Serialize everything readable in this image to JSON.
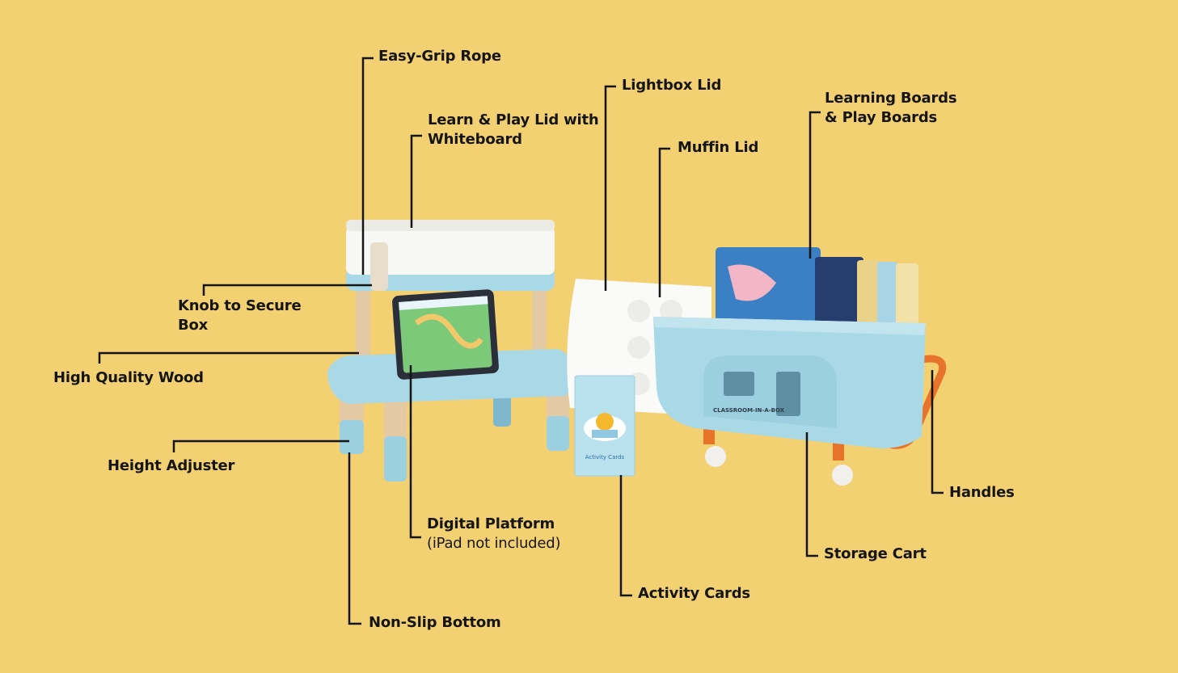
{
  "title": "Classroom-in-a-Box product features",
  "labels": {
    "easy_grip_rope": "Easy-Grip Rope",
    "learn_play_lid_1": "Learn & Play Lid with",
    "learn_play_lid_2": "Whiteboard",
    "lightbox_lid": "Lightbox Lid",
    "muffin_lid": "Muffin Lid",
    "learning_boards_1": "Learning Boards",
    "learning_boards_2": "& Play Boards",
    "knob_1": "Knob to Secure",
    "knob_2": "Box",
    "high_quality_wood": "High Quality Wood",
    "height_adjuster": "Height Adjuster",
    "digital_platform": "Digital Platform",
    "digital_platform_note": "(iPad not included)",
    "non_slip_bottom": "Non-Slip Bottom",
    "activity_cards": "Activity Cards",
    "storage_cart": "Storage Cart",
    "handles": "Handles"
  },
  "product_text": {
    "card_title": "Activity Cards",
    "cart_brand": "CLASSROOM-IN-A-BOX"
  },
  "colors": {
    "background": "#F3D172",
    "plastic_blue": "#A9D8E6",
    "orange": "#E8732A",
    "line": "#151515"
  }
}
